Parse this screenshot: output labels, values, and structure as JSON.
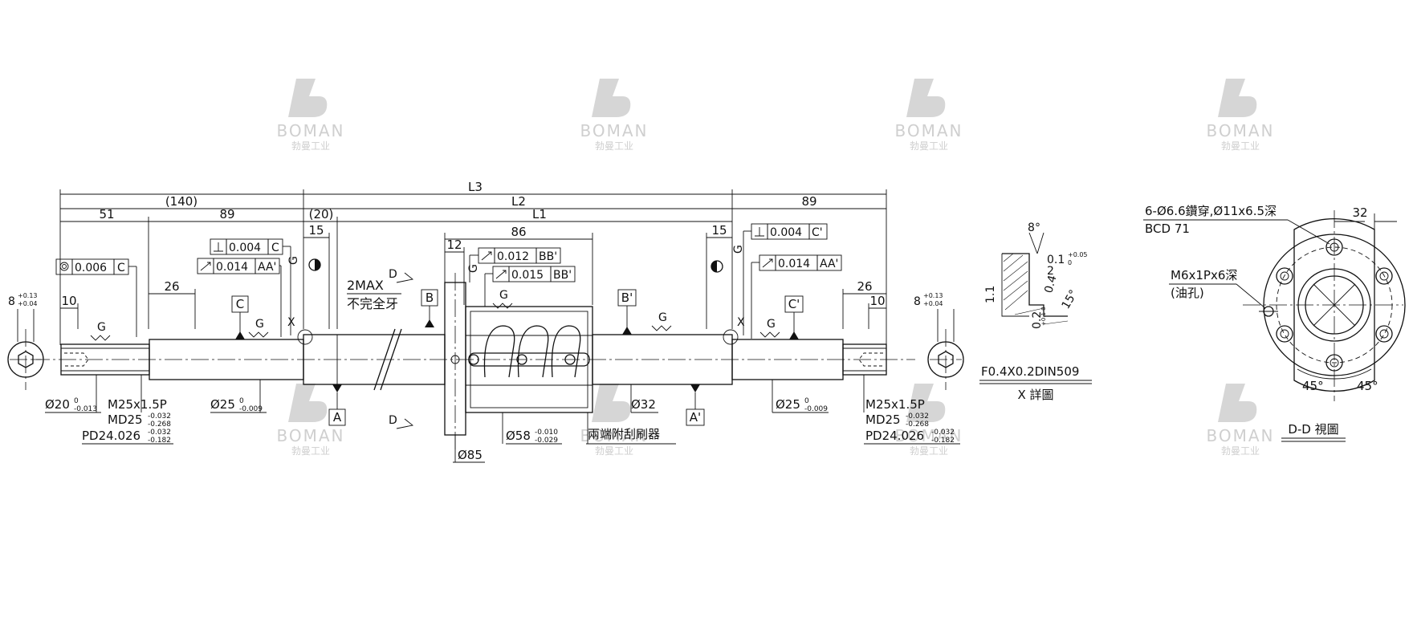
{
  "watermark": {
    "brand": "BOMAN",
    "sub": "勃曼工业"
  },
  "dims": {
    "l3": "L3",
    "l2": "L2",
    "l1": "L1",
    "left_total": "(140)",
    "left_a": "51",
    "left_b": "89",
    "shoulder": "(20)",
    "nut_len": "86",
    "right_total": "89",
    "d15a": "15",
    "d15b": "15",
    "d12": "12",
    "d26a": "26",
    "d26b": "26",
    "d10a": "10",
    "d10b": "10",
    "key_w": "8",
    "key_tol_up": "+0.13",
    "key_tol_dn": "+0.04",
    "incomplete_max": "2MAX",
    "incomplete_label": "不完全牙"
  },
  "tolerances": {
    "t1": {
      "value": "0.006",
      "datum": "C"
    },
    "t2": {
      "value": "0.004",
      "datum": "C"
    },
    "t3": {
      "value": "0.014",
      "datum": "AA'"
    },
    "t4": {
      "value": "0.012",
      "datum": "BB'"
    },
    "t5": {
      "value": "0.015",
      "datum": "BB'"
    },
    "t6": {
      "value": "0.004",
      "datum": "C'"
    },
    "t7": {
      "value": "0.014",
      "datum": "AA'"
    }
  },
  "datums": {
    "c": "C",
    "b": "B",
    "bp": "B'",
    "cp": "C'",
    "a": "A",
    "ap": "A'"
  },
  "marks": {
    "g": "G",
    "x": "X",
    "d": "D"
  },
  "shaft_left": {
    "d20": "Ø20",
    "d20_up": "0",
    "d20_dn": "-0.013",
    "thread": "M25x1.5P",
    "md": "MD25",
    "md_up": "-0.032",
    "md_dn": "-0.268",
    "pd": "PD24.026",
    "pd_up": "-0.032",
    "pd_dn": "-0.182",
    "d25": "Ø25",
    "d25_up": "0",
    "d25_dn": "-0.009"
  },
  "shaft_right": {
    "d25": "Ø25",
    "d25_up": "0",
    "d25_dn": "-0.009",
    "thread": "M25x1.5P",
    "md": "MD25",
    "md_up": "-0.032",
    "md_dn": "-0.268",
    "pd": "PD24.026",
    "pd_up": "-0.032",
    "pd_dn": "-0.182"
  },
  "nut": {
    "d32": "Ø32",
    "d58": "Ø58",
    "d58_up": "-0.010",
    "d58_dn": "-0.029",
    "d85": "Ø85",
    "wiper": "兩端附刮刷器"
  },
  "detail_x": {
    "angle": "8°",
    "chamfer": "0.1",
    "chamfer_up": "+0.05",
    "chamfer_dn": "0",
    "d2": "2",
    "d04": "0.4",
    "d11": "1.1",
    "d02": "0.2",
    "d02_tol": "+0.1 0",
    "angle15": "15°",
    "spec": "F0.4X0.2DIN509",
    "title": "X 詳圖"
  },
  "view_dd": {
    "holes": "6-Ø6.6鑽穿,Ø11x6.5深",
    "bcd": "BCD 71",
    "oil": "M6x1Px6深",
    "oil_label": "(油孔)",
    "d32": "32",
    "a45a": "45°",
    "a45b": "45°",
    "title": "D-D 視圖"
  }
}
